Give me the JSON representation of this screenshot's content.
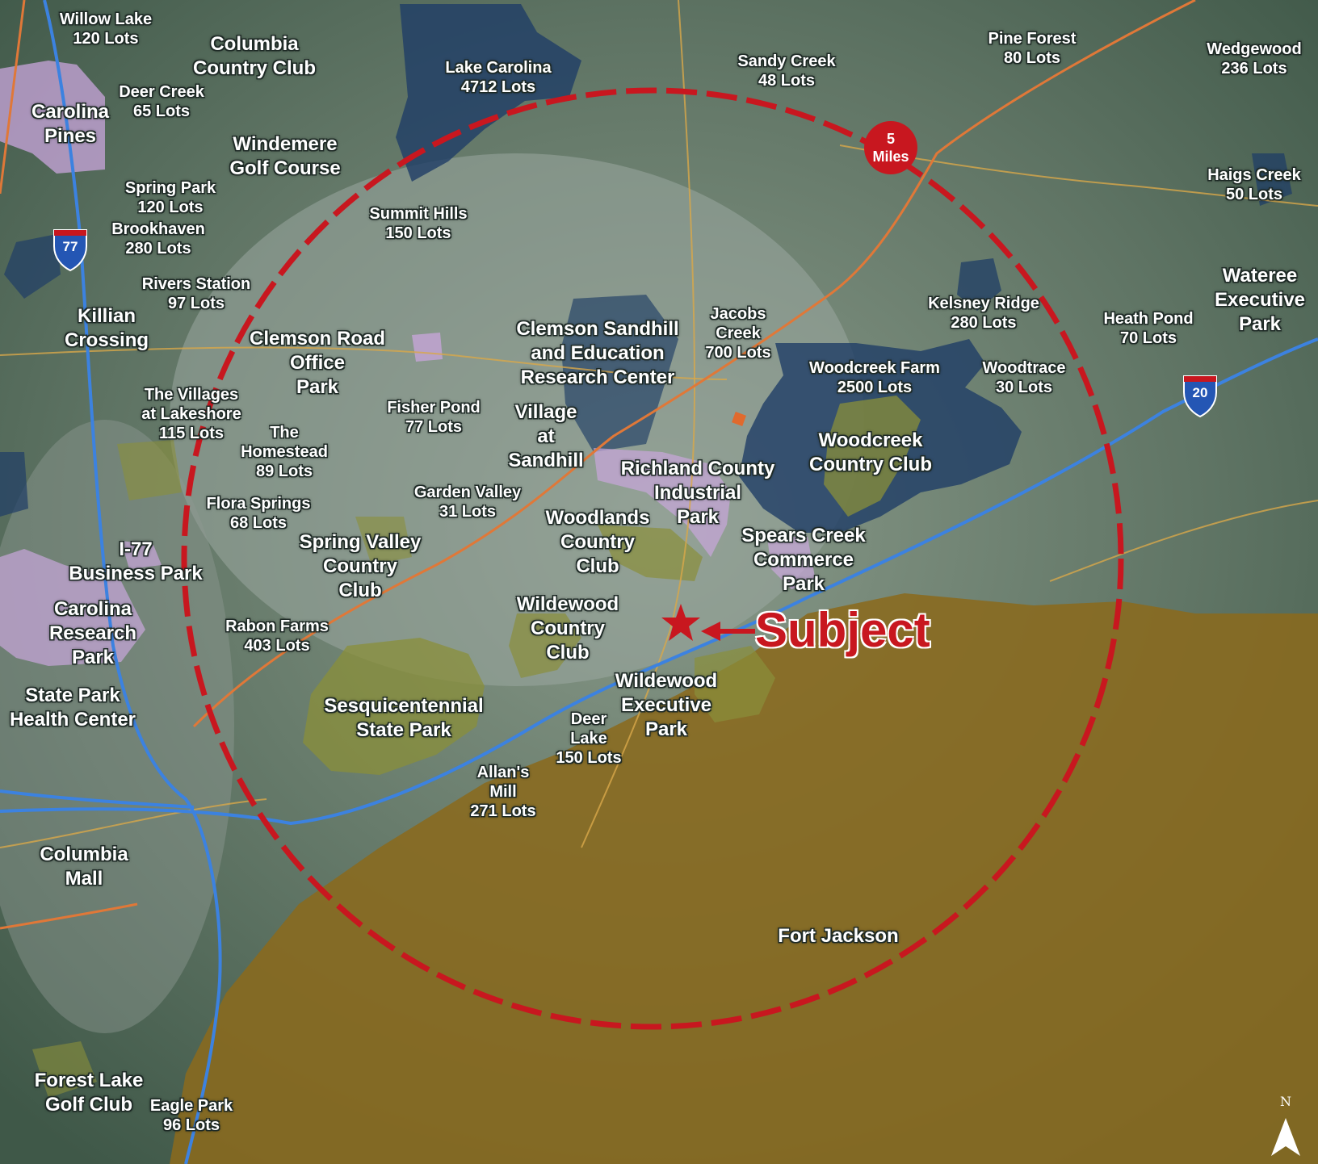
{
  "map": {
    "subject_label": "Subject",
    "radius_badge": {
      "value": "5",
      "unit": "Miles"
    },
    "north_label": "N",
    "shields": [
      {
        "id": "interstate-77",
        "number": "77"
      },
      {
        "id": "interstate-20",
        "number": "20"
      }
    ],
    "colors": {
      "ring": "#c8171f",
      "subject": "#c8171f",
      "residential_zone": "#1f3d66",
      "commercial_zone": "#c9a6dc",
      "park_zone": "#8a8f3a",
      "fort_jackson_zone": "#8a6a1e",
      "interstate": "#3c82e0",
      "highway": "#e07838",
      "local_road": "#d8a84a"
    },
    "labels": [
      {
        "id": "willow-lake",
        "size": "sm",
        "lines": [
          "Willow Lake",
          "120 Lots"
        ]
      },
      {
        "id": "columbia-country-club",
        "size": "lg",
        "lines": [
          "Columbia",
          "Country Club"
        ]
      },
      {
        "id": "deer-creek",
        "size": "sm",
        "lines": [
          "Deer Creek",
          "65 Lots"
        ]
      },
      {
        "id": "carolina-pines",
        "size": "lg",
        "lines": [
          "Carolina",
          "Pines"
        ]
      },
      {
        "id": "windemere-golf-course",
        "size": "lg",
        "lines": [
          "Windemere",
          "Golf Course"
        ]
      },
      {
        "id": "lake-carolina",
        "size": "sm",
        "lines": [
          "Lake Carolina",
          "4712 Lots"
        ]
      },
      {
        "id": "sandy-creek",
        "size": "sm",
        "lines": [
          "Sandy Creek",
          "48 Lots"
        ]
      },
      {
        "id": "pine-forest",
        "size": "sm",
        "lines": [
          "Pine Forest",
          "80 Lots"
        ]
      },
      {
        "id": "wedgewood",
        "size": "sm",
        "lines": [
          "Wedgewood",
          "236 Lots"
        ]
      },
      {
        "id": "haigs-creek",
        "size": "sm",
        "lines": [
          "Haigs Creek",
          "50 Lots"
        ]
      },
      {
        "id": "spring-park",
        "size": "sm",
        "lines": [
          "Spring Park",
          "120 Lots"
        ]
      },
      {
        "id": "brookhaven",
        "size": "sm",
        "lines": [
          "Brookhaven",
          "280 Lots"
        ]
      },
      {
        "id": "summit-hills",
        "size": "sm",
        "lines": [
          "Summit Hills",
          "150 Lots"
        ]
      },
      {
        "id": "rivers-station",
        "size": "sm",
        "lines": [
          "Rivers Station",
          "97 Lots"
        ]
      },
      {
        "id": "wateree-executive-park",
        "size": "lg",
        "lines": [
          "Wateree",
          "Executive",
          "Park"
        ]
      },
      {
        "id": "killian-crossing",
        "size": "lg",
        "lines": [
          "Killian",
          "Crossing"
        ]
      },
      {
        "id": "kelsney-ridge",
        "size": "sm",
        "lines": [
          "Kelsney Ridge",
          "280 Lots"
        ]
      },
      {
        "id": "heath-pond",
        "size": "sm",
        "lines": [
          "Heath Pond",
          "70 Lots"
        ]
      },
      {
        "id": "jacobs-creek",
        "size": "sm",
        "lines": [
          "Jacobs",
          "Creek",
          "700 Lots"
        ]
      },
      {
        "id": "clemson-road-office-park",
        "size": "lg",
        "lines": [
          "Clemson Road",
          "Office",
          "Park"
        ]
      },
      {
        "id": "clemson-sandhill",
        "size": "lg",
        "lines": [
          "Clemson Sandhill",
          "and Education",
          "Research Center"
        ]
      },
      {
        "id": "woodcreek-farm",
        "size": "sm",
        "lines": [
          "Woodcreek Farm",
          "2500 Lots"
        ]
      },
      {
        "id": "woodtrace",
        "size": "sm",
        "lines": [
          "Woodtrace",
          "30 Lots"
        ]
      },
      {
        "id": "villages-at-lakeshore",
        "size": "sm",
        "lines": [
          "The Villages",
          "at Lakeshore",
          "115 Lots"
        ]
      },
      {
        "id": "fisher-pond",
        "size": "sm",
        "lines": [
          "Fisher Pond",
          "77 Lots"
        ]
      },
      {
        "id": "village-at-sandhill",
        "size": "lg",
        "lines": [
          "Village",
          "at",
          "Sandhill"
        ]
      },
      {
        "id": "the-homestead",
        "size": "sm",
        "lines": [
          "The",
          "Homestead",
          "89 Lots"
        ]
      },
      {
        "id": "woodcreek-country-club",
        "size": "lg",
        "lines": [
          "Woodcreek",
          "Country Club"
        ]
      },
      {
        "id": "richland-county-industrial-park",
        "size": "lg",
        "lines": [
          "Richland County",
          "Industrial",
          "Park"
        ]
      },
      {
        "id": "garden-valley",
        "size": "sm",
        "lines": [
          "Garden Valley",
          "31 Lots"
        ]
      },
      {
        "id": "flora-springs",
        "size": "sm",
        "lines": [
          "Flora Springs",
          "68 Lots"
        ]
      },
      {
        "id": "woodlands-country-club",
        "size": "lg",
        "lines": [
          "Woodlands",
          "Country",
          "Club"
        ]
      },
      {
        "id": "spears-creek-commerce-park",
        "size": "lg",
        "lines": [
          "Spears Creek",
          "Commerce",
          "Park"
        ]
      },
      {
        "id": "spring-valley-country-club",
        "size": "lg",
        "lines": [
          "Spring Valley",
          "Country",
          "Club"
        ]
      },
      {
        "id": "i77-business-park",
        "size": "lg",
        "lines": [
          "I-77",
          "Business Park"
        ]
      },
      {
        "id": "carolina-research-park",
        "size": "lg",
        "lines": [
          "Carolina",
          "Research",
          "Park"
        ]
      },
      {
        "id": "wildewood-country-club",
        "size": "lg",
        "lines": [
          "Wildewood",
          "Country",
          "Club"
        ]
      },
      {
        "id": "rabon-farms",
        "size": "sm",
        "lines": [
          "Rabon Farms",
          "403 Lots"
        ]
      },
      {
        "id": "state-park-health-center",
        "size": "lg",
        "lines": [
          "State Park",
          "Health Center"
        ]
      },
      {
        "id": "sesquicentennial-state-park",
        "size": "lg",
        "lines": [
          "Sesquicentennial",
          "State Park"
        ]
      },
      {
        "id": "wildewood-executive-park",
        "size": "lg",
        "lines": [
          "Wildewood",
          "Executive",
          "Park"
        ]
      },
      {
        "id": "deer-lake",
        "size": "sm",
        "lines": [
          "Deer",
          "Lake",
          "150 Lots"
        ]
      },
      {
        "id": "allans-mill",
        "size": "sm",
        "lines": [
          "Allan's",
          "Mill",
          "271 Lots"
        ]
      },
      {
        "id": "columbia-mall",
        "size": "lg",
        "lines": [
          "Columbia",
          "Mall"
        ]
      },
      {
        "id": "fort-jackson",
        "size": "lg",
        "lines": [
          "Fort Jackson"
        ]
      },
      {
        "id": "forest-lake-golf-club",
        "size": "lg",
        "lines": [
          "Forest Lake",
          "Golf Club"
        ]
      },
      {
        "id": "eagle-park",
        "size": "sm",
        "lines": [
          "Eagle Park",
          "96 Lots"
        ]
      }
    ]
  }
}
